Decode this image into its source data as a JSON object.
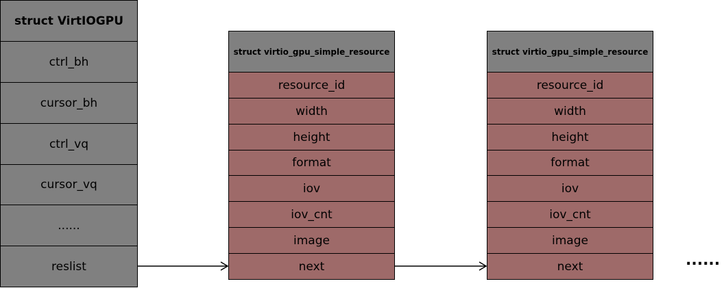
{
  "virtio_gpu": {
    "title": "struct VirtIOGPU",
    "fields": [
      "ctrl_bh",
      "cursor_bh",
      "ctrl_vq",
      "cursor_vq",
      "......",
      "reslist"
    ]
  },
  "resources": [
    {
      "title": "struct virtio_gpu_simple_resource",
      "fields": [
        "resource_id",
        "width",
        "height",
        "format",
        "iov",
        "iov_cnt",
        "image",
        "next"
      ]
    },
    {
      "title": "struct virtio_gpu_simple_resource",
      "fields": [
        "resource_id",
        "width",
        "height",
        "format",
        "iov",
        "iov_cnt",
        "image",
        "next"
      ]
    }
  ],
  "continuation": "......",
  "colors": {
    "struct_gray": "#808080",
    "field_red": "#9e6a69",
    "line": "#000000"
  }
}
